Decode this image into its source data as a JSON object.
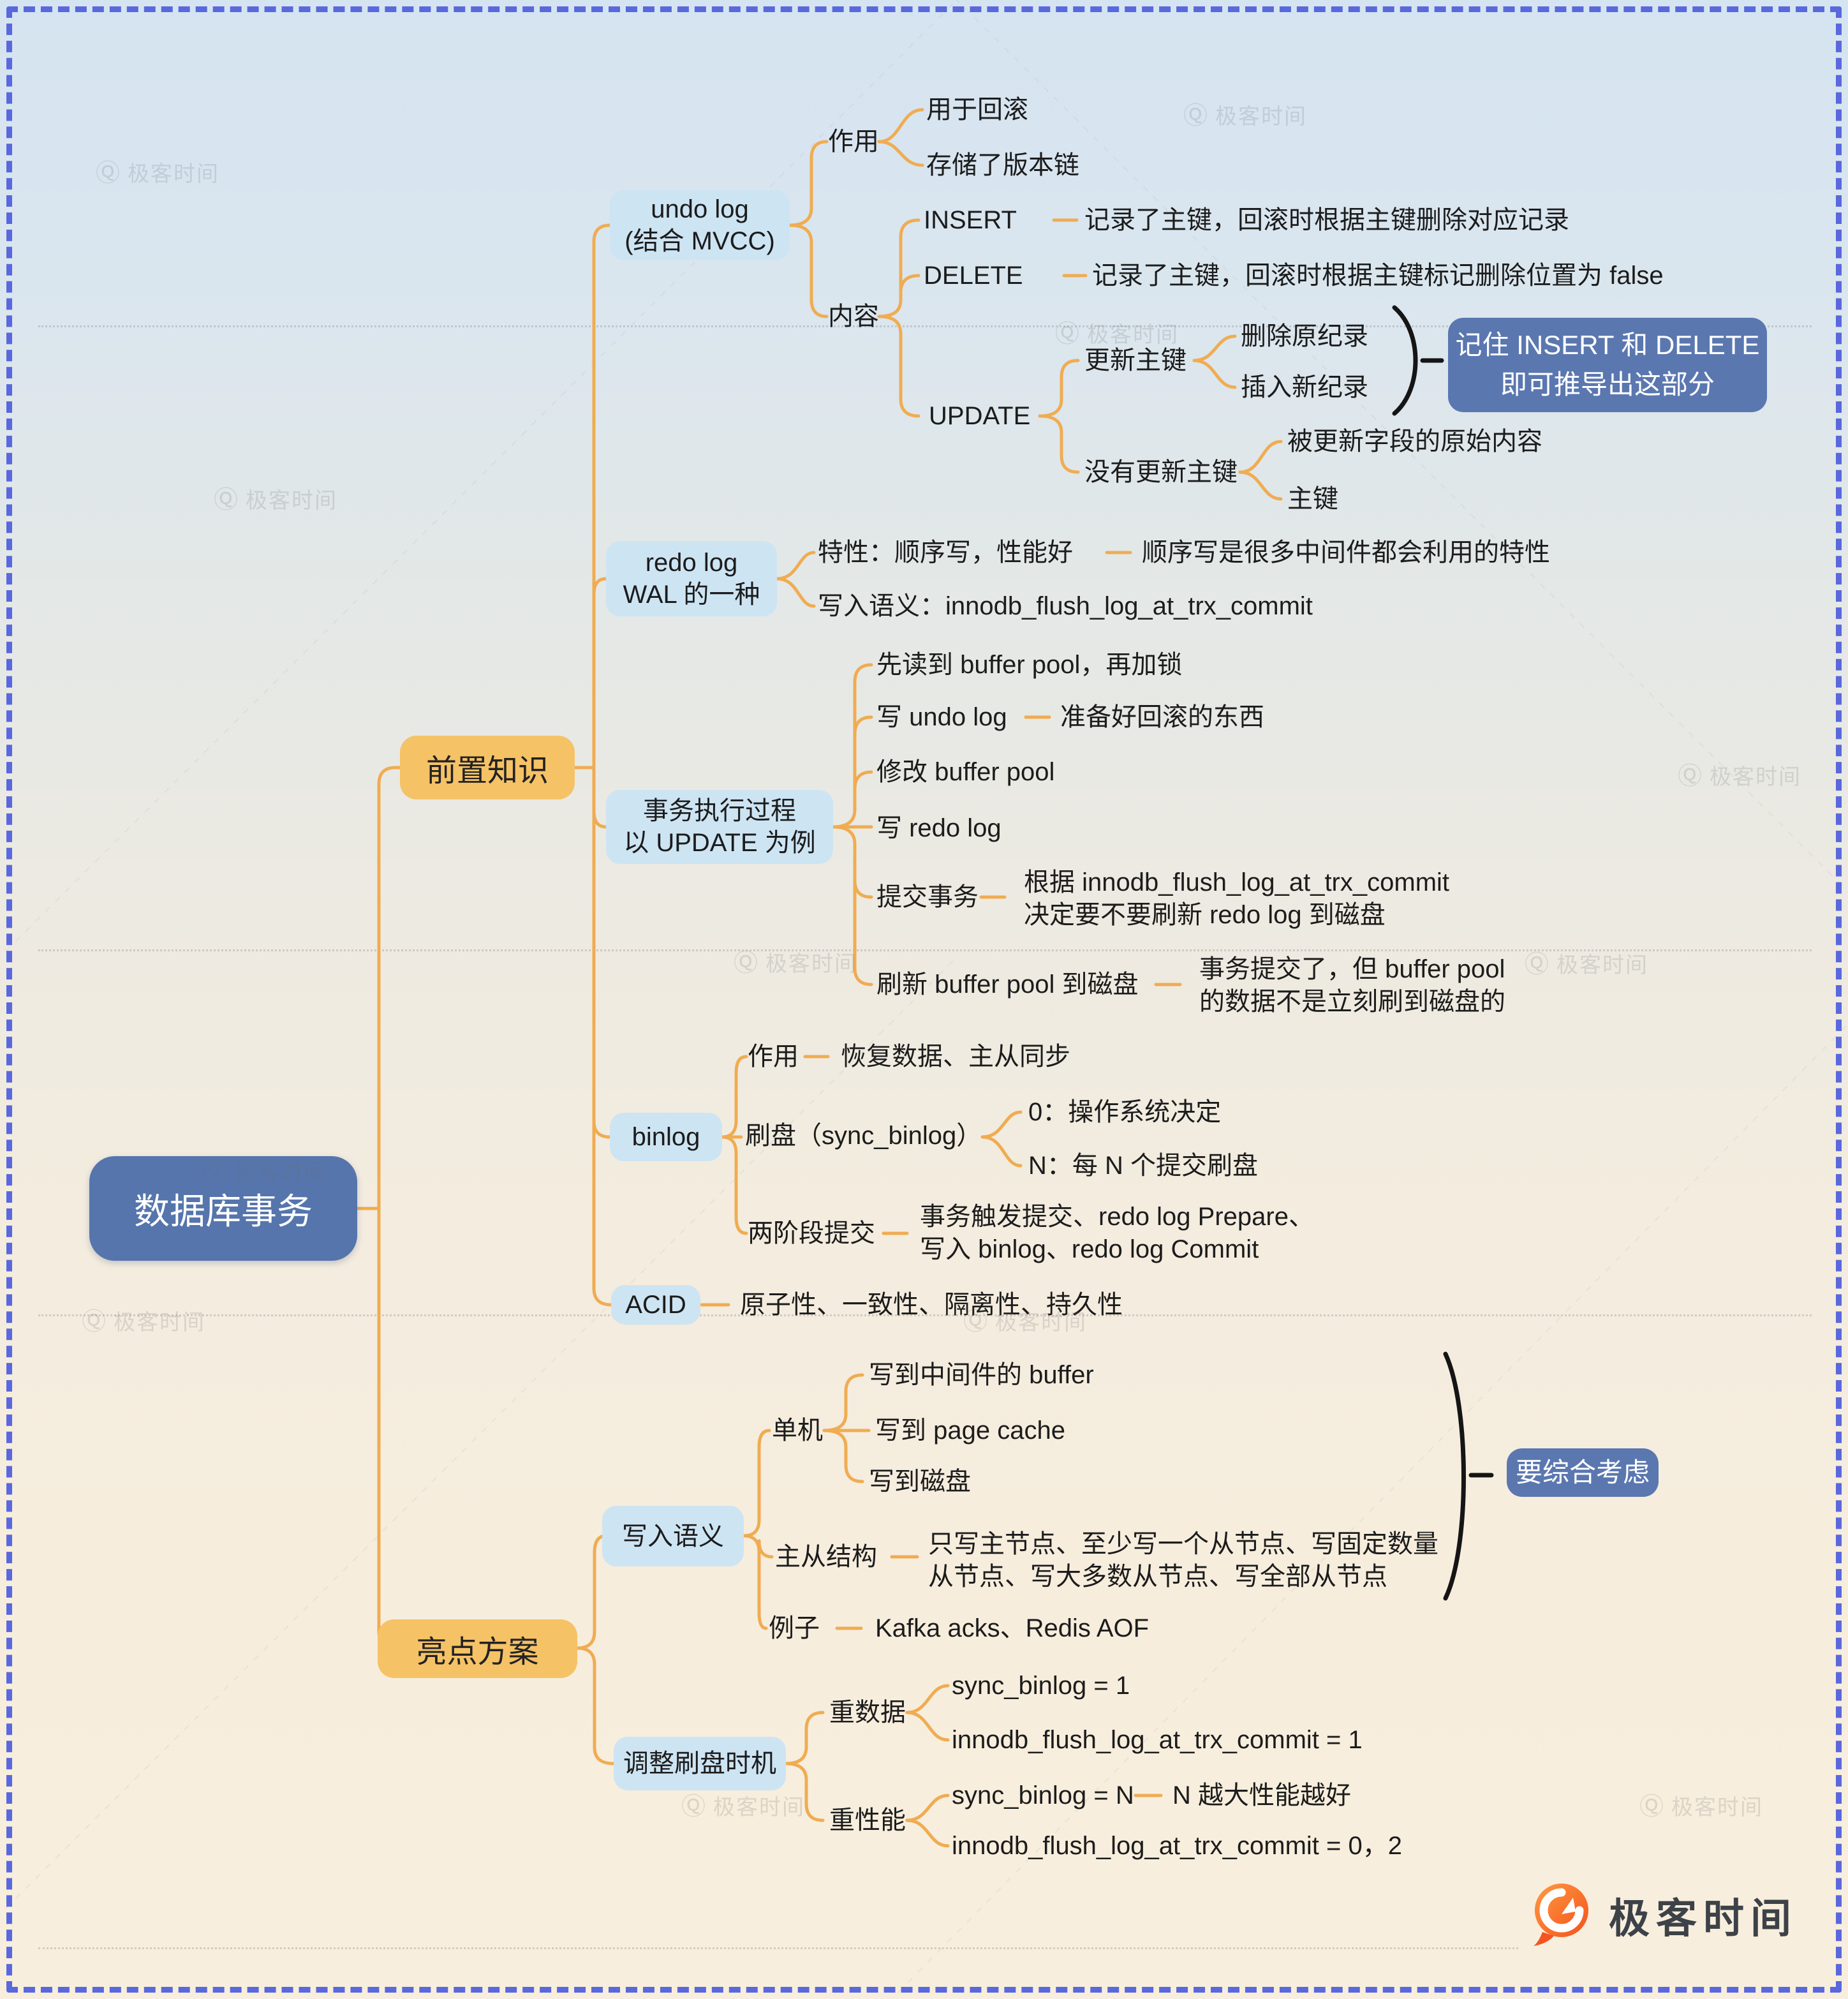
{
  "page": {
    "watermark_icon": "Ⓠ",
    "watermark_text": "极客时间",
    "brand_name": "极客时间"
  },
  "colors": {
    "root_bg": "#5575ac",
    "branch_bg": "#f6c266",
    "topic_bg": "#cde4f3",
    "note_bg": "#5b77b0",
    "line": "#f0ac52",
    "frame": "#5a68dd"
  },
  "map": {
    "root": "数据库事务",
    "prereq": {
      "label": "前置知识",
      "undo": {
        "title": "undo log",
        "subtitle": "(结合 MVCC)",
        "role_label": "作用",
        "role_1": "用于回滚",
        "role_2": "存储了版本链",
        "content_label": "内容",
        "insert_label": "INSERT",
        "insert_note": "记录了主键，回滚时根据主键删除对应记录",
        "delete_label": "DELETE",
        "delete_note": "记录了主键，回滚时根据主键标记删除位置为 false",
        "update_label": "UPDATE",
        "upd_pk_label": "更新主键",
        "upd_pk_1": "删除原纪录",
        "upd_pk_2": "插入新纪录",
        "upd_pk_note_1": "记住 INSERT 和 DELETE",
        "upd_pk_note_2": "即可推导出这部分",
        "upd_nopk_label": "没有更新主键",
        "upd_nopk_1": "被更新字段的原始内容",
        "upd_nopk_2": "主键"
      },
      "redo": {
        "title": "redo log",
        "subtitle": "WAL 的一种",
        "feature": "特性：顺序写，性能好",
        "feature_note": "顺序写是很多中间件都会利用的特性",
        "semantics": "写入语义：innodb_flush_log_at_trx_commit"
      },
      "tx": {
        "title": "事务执行过程",
        "subtitle": "以 UPDATE 为例",
        "step1": "先读到 buffer pool，再加锁",
        "step2": "写 undo log",
        "step2_note": "准备好回滚的东西",
        "step3": "修改 buffer pool",
        "step4": "写 redo log",
        "step5": "提交事务",
        "step5_note_1": "根据 innodb_flush_log_at_trx_commit",
        "step5_note_2": "决定要不要刷新 redo log 到磁盘",
        "step6": "刷新 buffer pool 到磁盘",
        "step6_note_1": "事务提交了，但 buffer pool",
        "step6_note_2": "的数据不是立刻刷到磁盘的"
      },
      "binlog": {
        "title": "binlog",
        "role_label": "作用",
        "role_note": "恢复数据、主从同步",
        "flush_label": "刷盘（sync_binlog）",
        "flush_0": "0：操作系统决定",
        "flush_n": "N：每 N 个提交刷盘",
        "twopc_label": "两阶段提交",
        "twopc_note_1": "事务触发提交、redo log Prepare、",
        "twopc_note_2": "写入 binlog、redo log Commit"
      },
      "acid": {
        "title": "ACID",
        "note": "原子性、一致性、隔离性、持久性"
      }
    },
    "highlight": {
      "label": "亮点方案",
      "ws": {
        "title": "写入语义",
        "single_label": "单机",
        "single_1": "写到中间件的 buffer",
        "single_2": "写到 page cache",
        "single_3": "写到磁盘",
        "ms_label": "主从结构",
        "ms_note_1": "只写主节点、至少写一个从节点、写固定数量",
        "ms_note_2": "从节点、写大多数从节点、写全部从节点",
        "ex_label": "例子",
        "ex_note": "Kafka acks、Redis AOF",
        "note": "要综合考虑"
      },
      "ft": {
        "title": "调整刷盘时机",
        "data_label": "重数据",
        "data_1": "sync_binlog = 1",
        "data_2": "innodb_flush_log_at_trx_commit = 1",
        "perf_label": "重性能",
        "perf_1": "sync_binlog = N",
        "perf_1_note": "N 越大性能越好",
        "perf_2": "innodb_flush_log_at_trx_commit = 0，2"
      }
    }
  }
}
